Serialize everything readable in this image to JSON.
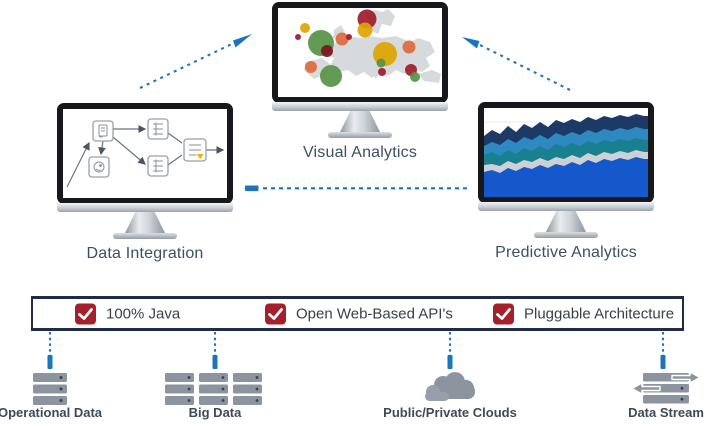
{
  "palette": {
    "arrow_blue": "#1c75bc",
    "check_red": "#a6202c",
    "banner_border": "#1e2c49",
    "monitor_label_color": "#3d4f63",
    "icon_gray": "#8c959f",
    "source_label_color": "#3e4a58",
    "map_land": "#d7dadc",
    "bubble_dark_red": "#9e1b28",
    "bubble_green": "#579245",
    "bubble_amber": "#dda400",
    "bubble_orange": "#dd6a3c",
    "area_navy": "#1d3a66",
    "area_sky": "#2d89c0",
    "area_teal": "#18808e",
    "area_gray": "#ccd1d5",
    "area_royal": "#1558cb"
  },
  "monitors": [
    {
      "label": "Data Integration",
      "screen": "workflow-diagram"
    },
    {
      "label": "Visual Analytics",
      "screen": "europe-bubble-map"
    },
    {
      "label": "Predictive Analytics",
      "screen": "stacked-area-chart"
    }
  ],
  "banner": {
    "items": [
      {
        "label": "100% Java",
        "checked": true
      },
      {
        "label": "Open Web-Based API's",
        "checked": true
      },
      {
        "label": "Pluggable Architecture",
        "checked": true
      }
    ]
  },
  "sources": [
    {
      "label": "Operational Data",
      "icon": "server-stack-icon"
    },
    {
      "label": "Big Data",
      "icon": "server-stack-triple-icon"
    },
    {
      "label": "Public/Private Clouds",
      "icon": "cloud-icon"
    },
    {
      "label": "Data Stream",
      "icon": "data-stream-icon"
    }
  ]
}
